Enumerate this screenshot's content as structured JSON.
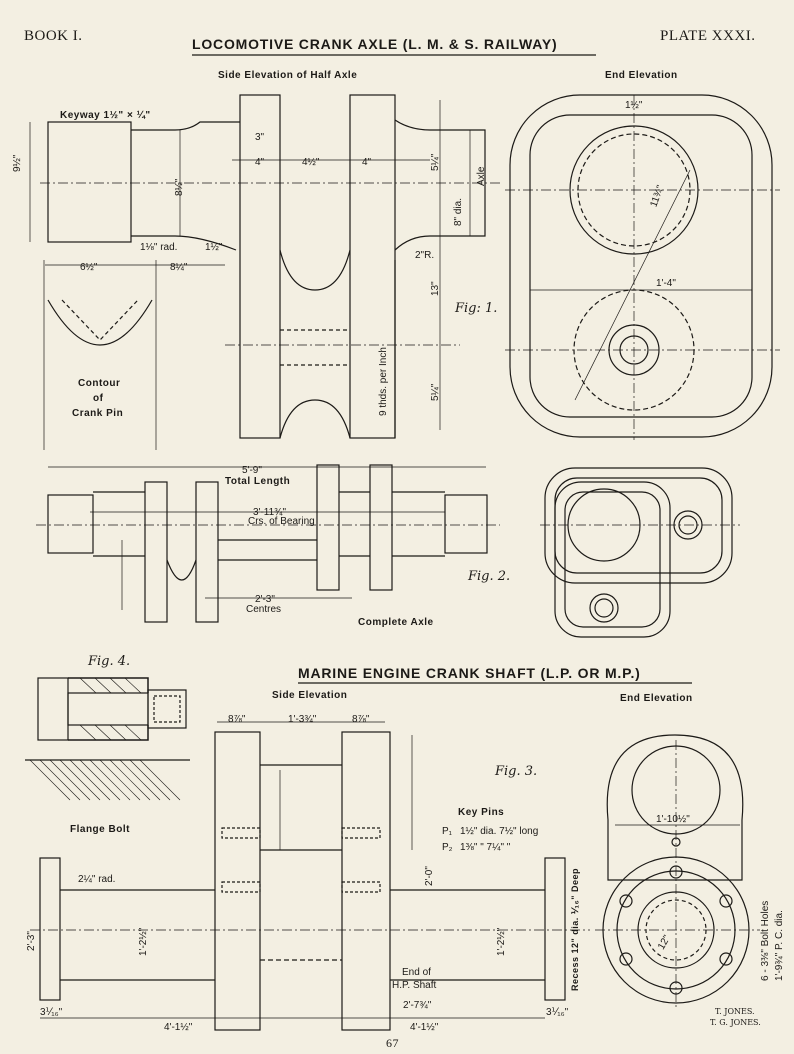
{
  "header": {
    "book": "BOOK I.",
    "plate": "PLATE XXXI.",
    "title_top": "LOCOMOTIVE CRANK AXLE (L. M. & S. RAILWAY)",
    "title_marine": "MARINE ENGINE CRANK SHAFT (L.P. OR M.P.)",
    "page_number": "67"
  },
  "loco": {
    "side_elevation": "Side Elevation of Half Axle",
    "end_elevation": "End Elevation",
    "keyway": "Keyway 1½\" × ¼\"",
    "contour_1": "Contour",
    "contour_2": "of",
    "contour_3": "Crank Pin",
    "fig1": "Fig: 1.",
    "fig2": "Fig. 2.",
    "total_length": "Total Length",
    "len_5_9": "5'-9\"",
    "crs_bearing": "Crs. of Bearing",
    "len_3_11": "3'-11¾\"",
    "centres": "Centres",
    "len_2_3": "2'-3\"",
    "complete_axle": "Complete Axle",
    "threads": "9 thds. per Inch",
    "dim_9half": "9½\"",
    "dim_8half": "8½\"",
    "dim_6half": "6½\"",
    "dim_8quarter": "8¼\"",
    "dim_3": "3\"",
    "dim_4": "4\"",
    "dim_4half": "4½\"",
    "dim_5quarter": "5¼\"",
    "dim_8dia": "8\" dia.",
    "axle_label": "Axle",
    "dim_13": "13\"",
    "dim_1_4": "1'-4\"",
    "dim_1_8": "1⅛\" rad.",
    "dim_2R": "2\"R.",
    "dim_11_3_4": "11¾\"",
    "dim_1half": "1½\""
  },
  "marine": {
    "fig4": "Fig. 4.",
    "fig3": "Fig. 3.",
    "side_elevation": "Side Elevation",
    "end_elevation": "End Elevation",
    "flange_bolt": "Flange Bolt",
    "key_pins": "Key Pins",
    "kp_p1": "P₁",
    "kp_p2": "P₂",
    "kp_line1": "1½\" dia.  7½\" long",
    "kp_line2": "1⅜\"   \"   7¼\"   \"",
    "rad_2q": "2¼\" rad.",
    "dim_2_3": "2'-3\"",
    "dim_1_2half": "1'-2½\"",
    "dim_8_7_8": "8⅞\"",
    "dim_1_3q": "1'-3¾\"",
    "dim_2_0": "2'-0\"",
    "dim_1_10half": "1'-10½\"",
    "end_hp": "End of",
    "end_hp2": "H.P. Shaft",
    "dim_2_7_3q": "2'-7¾\"",
    "dim_4_1half_left": "4'-1½\"",
    "dim_4_1half_right": "4'-1½\"",
    "dim_3_1_16": "3⅟₁₆\"",
    "recess": "Recess 12\" dia. ⅟₁₆\" Deep",
    "bolt_holes_1": "6 - 3⅜\" Bolt Holes",
    "bolt_holes_2": "1'-9¾\" P. C. dia.",
    "dim_12": "12\"",
    "signature_1": "T. JONES.",
    "signature_2": "T. G. JONES."
  }
}
